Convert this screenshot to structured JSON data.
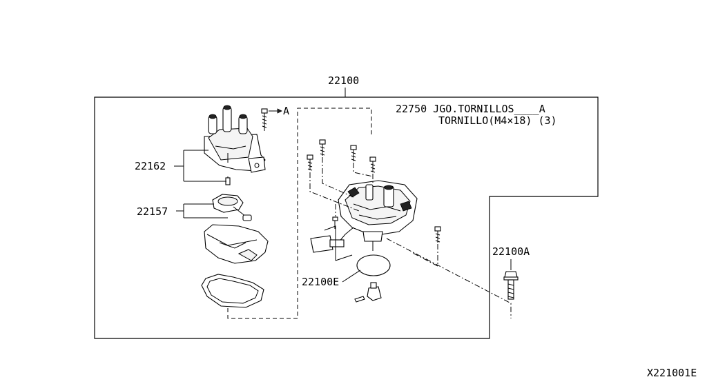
{
  "parts": {
    "assembly": "22100",
    "cap": "22162",
    "rotor": "22157",
    "seal": "22100E",
    "bolt": "22100A"
  },
  "screw_kit": {
    "line1": "22750 JGO.TORNILLOS____A",
    "line2": "TORNILLO(M4×18)  (3)"
  },
  "callouts": {
    "a_ref": "A"
  },
  "diagram_id": "X221001E"
}
